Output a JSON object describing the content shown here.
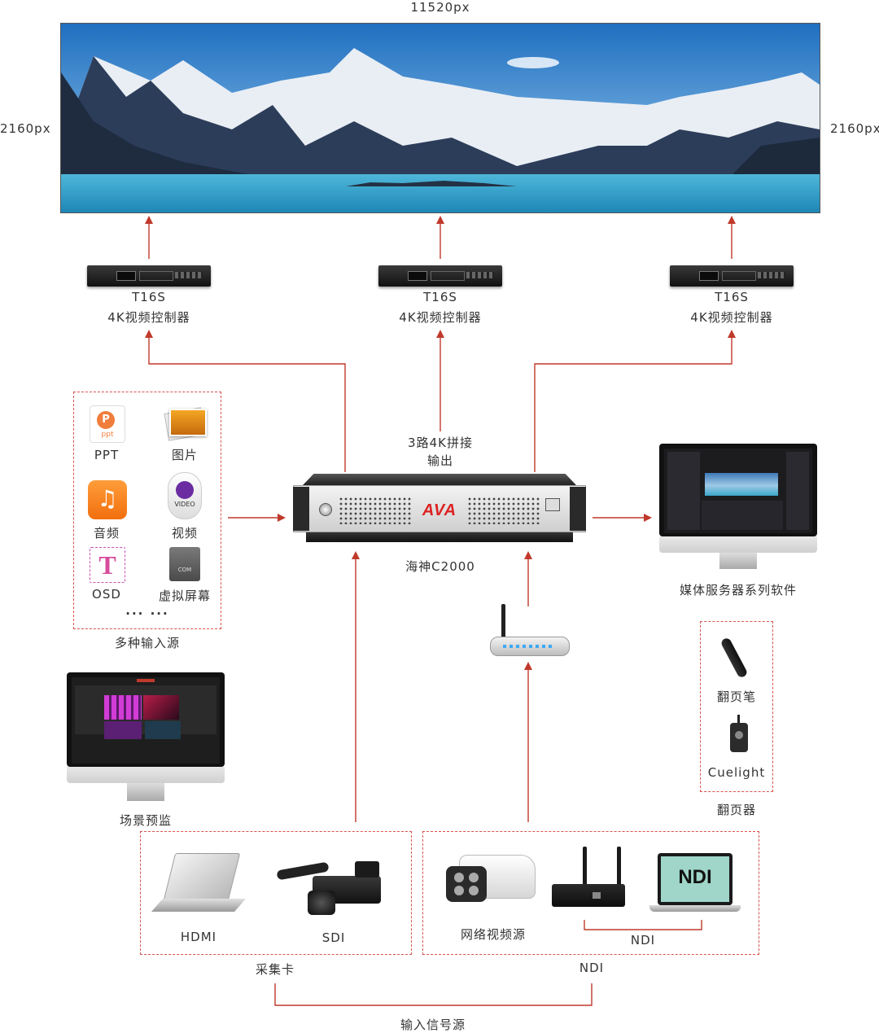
{
  "colors": {
    "accent": "#d9534f",
    "line": "#c0392b",
    "text": "#333333"
  },
  "wall": {
    "width_label": "11520px",
    "height_label_left": "2160px",
    "height_label_right": "2160px"
  },
  "controllers": [
    {
      "model": "T16S",
      "name": "4K视频控制器"
    },
    {
      "model": "T16S",
      "name": "4K视频控制器"
    },
    {
      "model": "T16S",
      "name": "4K视频控制器"
    }
  ],
  "output_label": {
    "line1": "3路4K拼接",
    "line2": "输出"
  },
  "main_device": {
    "name": "海神C2000",
    "logo": "AVA"
  },
  "media_server": {
    "label": "媒体服务器系列软件"
  },
  "inputs": {
    "items": [
      {
        "label": "PPT",
        "icon": "ppt-icon"
      },
      {
        "label": "图片",
        "icon": "image-icon"
      },
      {
        "label": "音频",
        "icon": "music-icon"
      },
      {
        "label": "视频",
        "icon": "video-icon"
      },
      {
        "label": "OSD",
        "icon": "osd-icon"
      },
      {
        "label": "虚拟屏幕",
        "icon": "virtual-screen-icon"
      }
    ],
    "ellipsis": "··· ···",
    "caption": "多种输入源"
  },
  "preview": {
    "label": "场景预监"
  },
  "pager": {
    "pen_label": "翻页笔",
    "cuelight_label": "Cuelight",
    "caption": "翻页器"
  },
  "capture": {
    "hdmi": "HDMI",
    "sdi": "SDI",
    "caption": "采集卡"
  },
  "ndi": {
    "network_source": "网络视频源",
    "ndi_sub": "NDI",
    "caption": "NDI",
    "screen_text": "NDI"
  },
  "bottom_caption": "输入信号源"
}
